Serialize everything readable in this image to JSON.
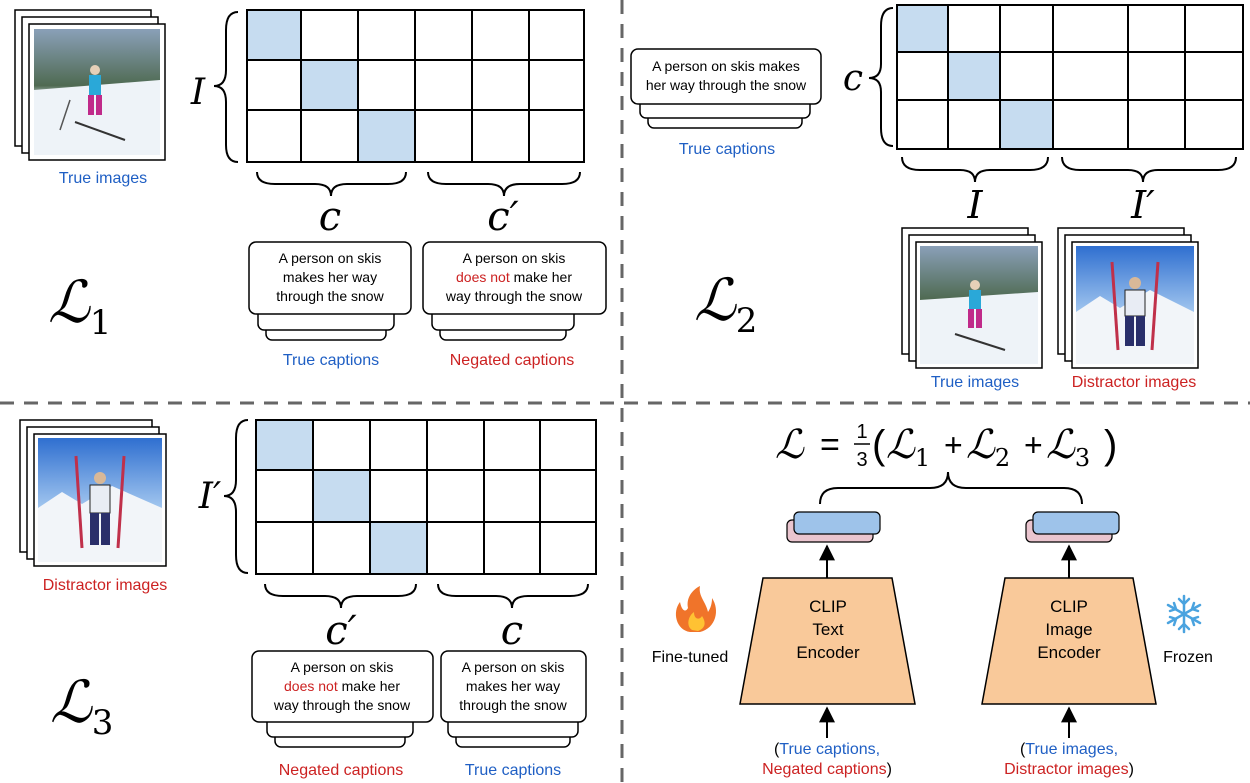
{
  "colors": {
    "blue_text": "#1f5fc4",
    "red_text": "#cc2222",
    "cell_highlight": "#c6dcf0",
    "encoder_fill": "#f9c99a",
    "embed_front": "#9ec3ea",
    "embed_back": "#eac5cf",
    "divider": "#666666"
  },
  "panel1": {
    "images_label": "True images",
    "row_label": "I",
    "col_label_left": "c",
    "col_label_right": "c′",
    "caption_left": [
      "A person on skis",
      "makes her way",
      "through the snow"
    ],
    "caption_right_line1": "A person on skis",
    "caption_right_neg": "does not",
    "caption_right_line2_rest": " make her",
    "caption_right_line3": "way through the snow",
    "label_left": "True captions",
    "label_right": "Negated captions",
    "loss": "ℒ",
    "loss_sub": "1"
  },
  "panel2": {
    "caption_lines": [
      "A person on skis makes",
      "her way through the snow"
    ],
    "captions_label": "True captions",
    "row_label": "c",
    "col_label_left": "I",
    "col_label_right": "I′",
    "label_left": "True images",
    "label_right": "Distractor images",
    "loss": "ℒ",
    "loss_sub": "2"
  },
  "panel3": {
    "images_label": "Distractor images",
    "row_label": "I′",
    "col_label_left": "c′",
    "col_label_right": "c",
    "caption_left_line1": "A person on skis",
    "caption_left_neg": "does not",
    "caption_left_line2_rest": " make her",
    "caption_left_line3": "way through the snow",
    "caption_right": [
      "A person on skis",
      "makes her way",
      "through the snow"
    ],
    "label_left": "Negated captions",
    "label_right": "True captions",
    "loss": "ℒ",
    "loss_sub": "3"
  },
  "panel4": {
    "formula": {
      "lhs": "ℒ",
      "eq": "=",
      "num": "1",
      "den": "3",
      "open": "(",
      "t1": "ℒ",
      "s1": "1",
      "plus1": "+",
      "t2": "ℒ",
      "s2": "2",
      "plus2": "+",
      "t3": "ℒ",
      "s3": "3",
      "close": ")"
    },
    "text_encoder": [
      "CLIP",
      "Text",
      "Encoder"
    ],
    "image_encoder": [
      "CLIP",
      "Image",
      "Encoder"
    ],
    "fine_tuned": "Fine-tuned",
    "frozen": "Frozen",
    "fire_icon": "fire-icon",
    "snowflake_icon": "snowflake-icon",
    "text_input_open": "(",
    "text_input_line1": "True captions,",
    "text_input_line2": "Negated captions",
    "text_input_close": ")",
    "image_input_open": "(",
    "image_input_line1": "True images,",
    "image_input_line2": "Distractor images",
    "image_input_close": ")"
  }
}
